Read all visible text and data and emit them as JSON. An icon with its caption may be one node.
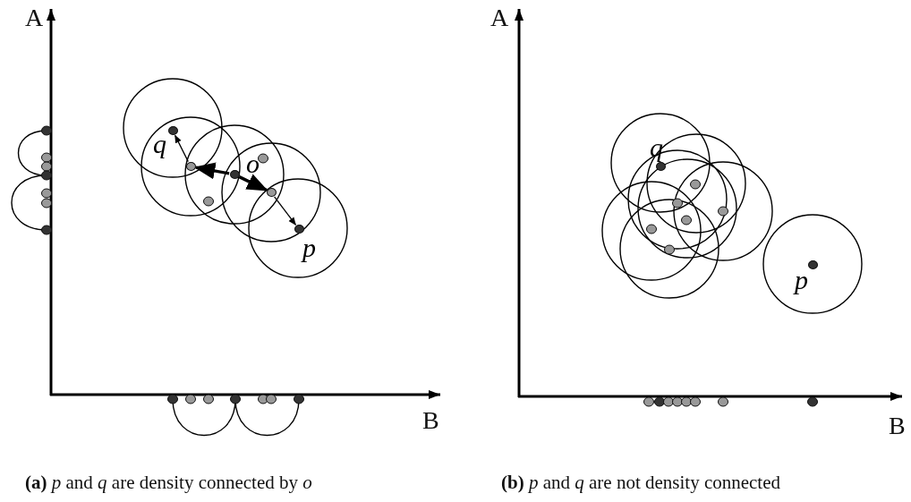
{
  "diagram": {
    "nodes": [
      {
        "text": [],
        "shape": "circle",
        "beside": [
          "q"
        ]
      },
      {
        "text": [],
        "shape": "circle"
      },
      {
        "text": [],
        "shape": "circle",
        "beside": [
          "o"
        ]
      },
      {
        "text": [],
        "shape": "circle"
      },
      {
        "text": [],
        "shape": "circle",
        "beside": [
          "p"
        ]
      },
      {
        "text": [],
        "shape": "circle",
        "beside": [
          "q"
        ]
      },
      {
        "text": [],
        "shape": "circle",
        "beside": [
          "p"
        ]
      }
    ],
    "edges": [
      {
        "from": 1,
        "to": 0,
        "arrow": "to"
      },
      {
        "from": 2,
        "to": 1,
        "arrow": "to",
        "style": "thick"
      },
      {
        "from": 2,
        "to": 3,
        "arrow": "to",
        "style": "thick"
      },
      {
        "from": 3,
        "to": 4,
        "arrow": "to"
      }
    ],
    "labels": [
      "A",
      "B",
      "A",
      "B",
      "**(a)** *p* and *q* are density connected by *o*",
      "**(b)** *p* and *q* are not density connected"
    ]
  }
}
